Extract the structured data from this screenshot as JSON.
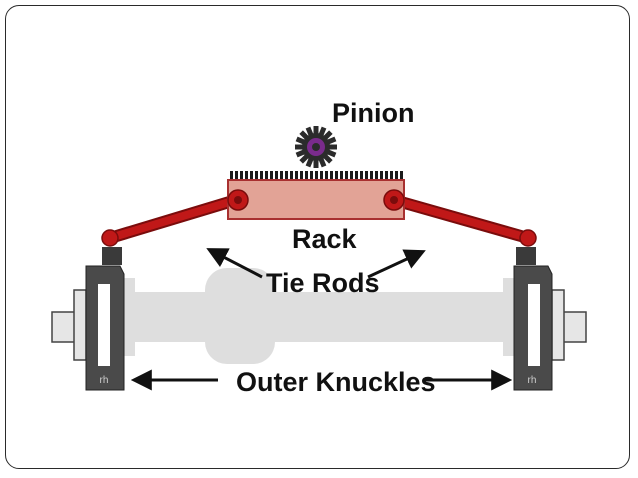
{
  "labels": {
    "pinion": "Pinion",
    "rack": "Rack",
    "tie_rods": "Tie Rods",
    "outer_knuckles": "Outer Knuckles",
    "knuckle_mark_left": "rh",
    "knuckle_mark_right": "rh"
  },
  "colors": {
    "tie_rod": "#c01818",
    "rack_body": "#e2a396",
    "rack_border": "#a83030",
    "rack_teeth": "#1a1a1a",
    "pinion_gear": "#2b2b2b",
    "pinion_center": "#7a2b8c",
    "axle": "#dedede",
    "knuckle": "#4a4a4a",
    "hub": "#d8d8d8",
    "arrow": "#111111"
  }
}
